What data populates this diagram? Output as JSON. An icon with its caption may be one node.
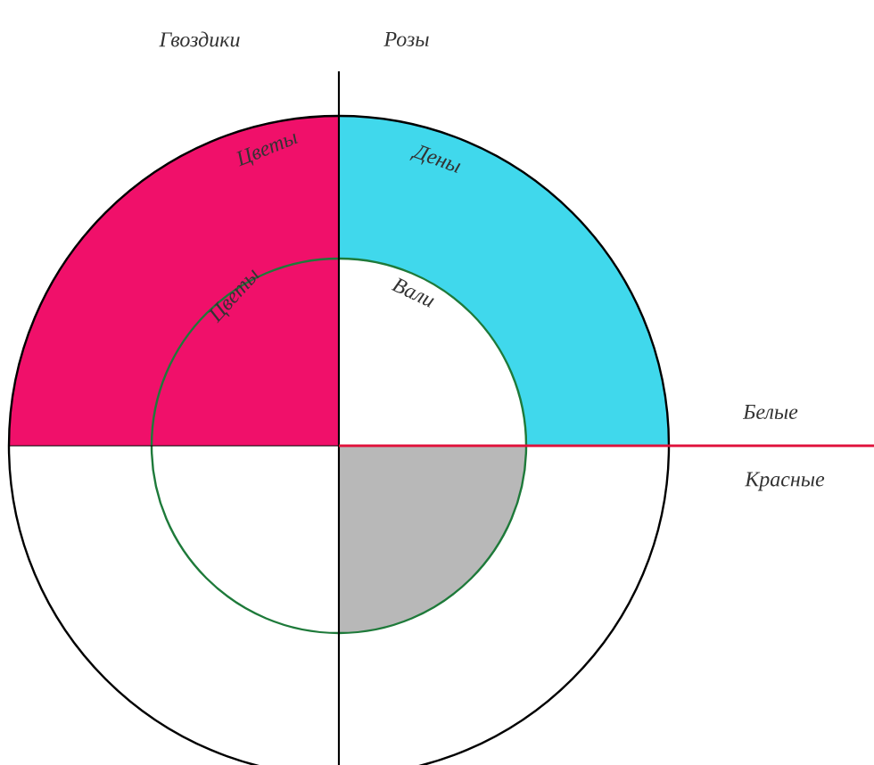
{
  "diagram": {
    "labels": [
      "Гвоздики",
      "Розы",
      "Цветы",
      "Дены",
      "Цветы",
      "Вали",
      "Белые",
      "Красные"
    ]
  }
}
